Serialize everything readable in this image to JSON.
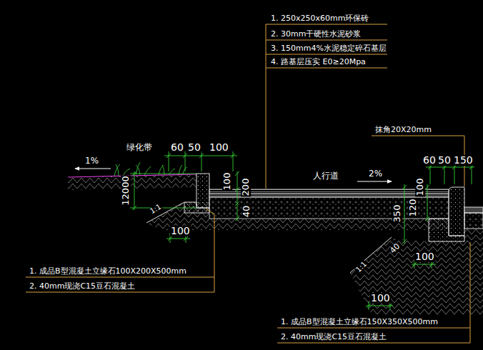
{
  "diagram": {
    "labels": [
      "1. 250x250x60mm环保砖",
      "2. 30mm干硬性水泥砂浆",
      "3. 150mm4%水泥稳定碎石基层",
      "4. 路基层压实 E0≥20Mpa",
      "抹角20X20mm",
      "绿化带",
      "1%",
      "60",
      "50",
      "100",
      "12000",
      "100",
      "1:1",
      "人行道",
      "2%",
      "100",
      "200",
      "40",
      "60",
      "50",
      "150",
      "100",
      "350",
      "120",
      "40",
      "1:1",
      "100",
      "100",
      "1. 成品B型混凝土立缘石100X200X500mm",
      "2. 40mm现浇C15豆石混凝土",
      "1. 成品B型混凝土立缘石150X350X500mm",
      "2. 40mm现浇C15豆石混凝土"
    ]
  }
}
